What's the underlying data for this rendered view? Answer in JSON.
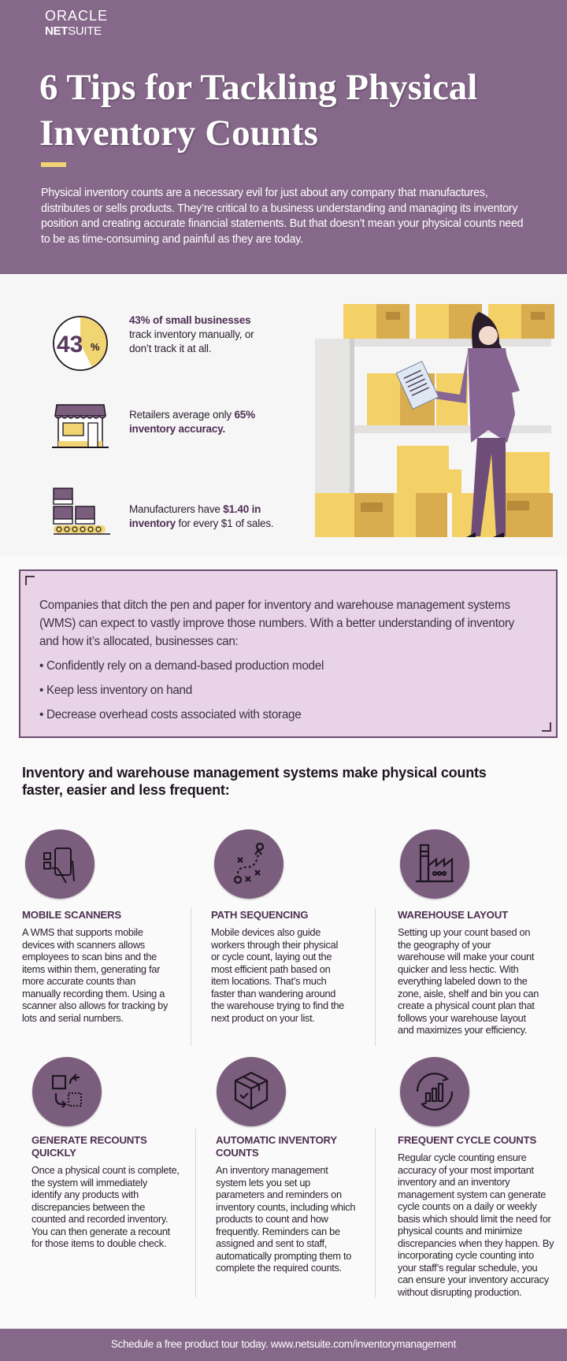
{
  "brand": {
    "line1": "ORACLE",
    "line2_bold": "NET",
    "line2_rest": "SUITE"
  },
  "header": {
    "title_lines": [
      "6 Tips for Tackling Physical",
      "Inventory Counts"
    ],
    "intro_lines": [
      "Physical inventory counts are a necessary evil for just about any company that manufactures,",
      "distributes or sells products. They’re critical to a business understanding and managing its inventory",
      "position and creating accurate financial statements. But that doesn’t mean your physical counts need",
      "to be as time-consuming and painful as they are today."
    ]
  },
  "stats": [
    {
      "icon": "pie-43-percent-icon",
      "badge_number": "43",
      "badge_unit": "%",
      "bold": "43% of small businesses",
      "lines": [
        "track inventory manually, or",
        "don’t track it at all."
      ]
    },
    {
      "icon": "storefront-icon",
      "pre": "Retailers average only ",
      "bold1": "65%",
      "bold2": "inventory accuracy."
    },
    {
      "icon": "conveyor-boxes-icon",
      "pre": "Manufacturers have ",
      "bold1": "$1.40 in",
      "bold2": "inventory",
      "post": " for every $1 of sales."
    }
  ],
  "callout": {
    "lines": [
      "Companies that ditch the pen and paper for inventory and warehouse management systems",
      "(WMS) can expect to vastly improve those numbers. With a better understanding of inventory",
      "and how it’s allocated, businesses can:"
    ],
    "bullets": [
      "• Confidently rely on a demand-based production model",
      "• Keep less inventory on hand",
      "• Decrease overhead costs associated with storage"
    ]
  },
  "section_heading": [
    "Inventory and warehouse management systems make physical counts",
    "faster, easier and less frequent:"
  ],
  "tips": [
    {
      "icon": "mobile-scanner-icon",
      "title": [
        "MOBILE SCANNERS"
      ],
      "lines": [
        "A WMS that supports mobile",
        "devices with scanners allows",
        "employees to scan bins and the",
        "items within them, generating far",
        "more accurate counts than",
        "manually recording them. Using a",
        "scanner also allows for tracking by",
        "lots and serial numbers."
      ]
    },
    {
      "icon": "path-sequencing-icon",
      "title": [
        "PATH SEQUENCING"
      ],
      "lines": [
        "Mobile devices also guide",
        "workers through their physical",
        "or cycle count, laying out the",
        "most efficient path based on",
        "item locations. That’s much",
        "faster than wandering around",
        "the warehouse trying to find the",
        "next product on your list."
      ]
    },
    {
      "icon": "warehouse-factory-icon",
      "title": [
        "WAREHOUSE LAYOUT"
      ],
      "lines": [
        "Setting up your count based on",
        "the geography of your",
        "warehouse will make your count",
        "quicker and less hectic. With",
        "everything labeled down to the",
        "zone, aisle, shelf and bin you can",
        "create a physical count plan that",
        "follows your warehouse layout",
        "and maximizes your efficiency."
      ]
    },
    {
      "icon": "recount-swap-icon",
      "title": [
        "GENERATE RECOUNTS",
        "QUICKLY"
      ],
      "lines": [
        "Once a physical count is complete,",
        "the system will immediately",
        "identify any products with",
        "discrepancies between the",
        "counted and recorded inventory.",
        "You can then generate a recount",
        "for those items to double check."
      ]
    },
    {
      "icon": "box-check-icon",
      "title": [
        "AUTOMATIC INVENTORY",
        "COUNTS"
      ],
      "lines": [
        "An inventory management",
        "system lets you set up",
        "parameters and reminders on",
        "inventory counts, including which",
        "products to count and how",
        "frequently. Reminders can be",
        "assigned and sent to staff,",
        "automatically prompting them to",
        "complete the required counts."
      ]
    },
    {
      "icon": "cycle-chart-icon",
      "title": [
        "FREQUENT CYCLE COUNTS"
      ],
      "lines": [
        "Regular cycle counting ensure",
        "accuracy of your most important",
        "inventory and an inventory",
        "management system can generate",
        "cycle counts on a daily or weekly",
        "basis which should limit the need for",
        "physical counts and minimize",
        "discrepancies when they happen. By",
        "incorporating cycle counting into",
        "your staff’s regular schedule, you",
        "can ensure your inventory accuracy",
        "without disrupting production."
      ]
    }
  ],
  "footer": {
    "text": "Schedule a free product tour today.  www.netsuite.com/inventorymanagement"
  },
  "colors": {
    "purple": "#86688a",
    "circle": "#7b5d7d",
    "yellow": "#f1d573",
    "callout_bg": "#e8d3e7",
    "title_purple": "#4d2f52"
  }
}
